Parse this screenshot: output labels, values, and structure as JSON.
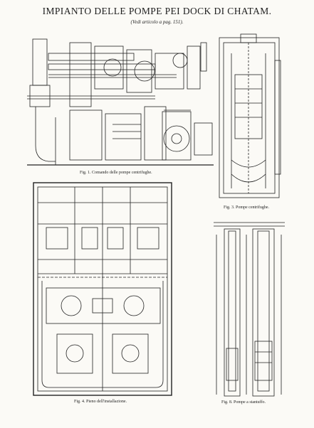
{
  "header": {
    "title": "IMPIANTO DELLE POMPE PEI DOCK DI CHATAM.",
    "subtitle": "(Vedi articolo a pag. 151)."
  },
  "figures": [
    {
      "caption": "Fig. 1. Comando delle pompe centrifughe."
    },
    {
      "caption": "Fig. 3. Pompe centrifughe."
    },
    {
      "caption": "Fig. 4. Pieno dell'installazione."
    },
    {
      "caption": "Fig. 8. Pompe a stantuffo."
    }
  ],
  "colors": {
    "paper": "#fbfaf6",
    "ink": "#1e1e1e"
  }
}
